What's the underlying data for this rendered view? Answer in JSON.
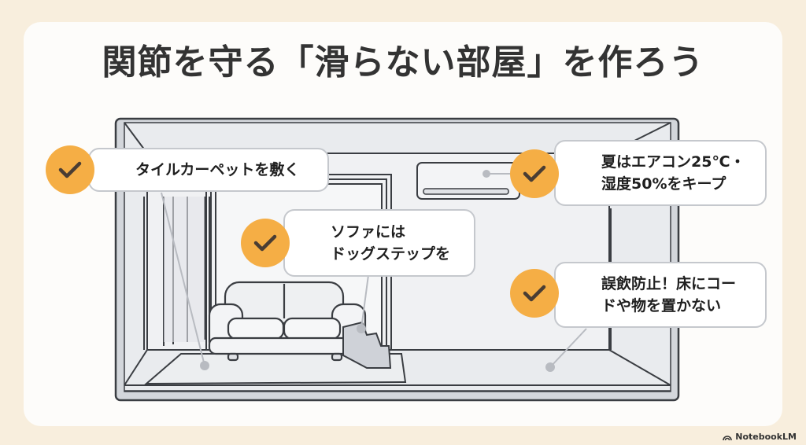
{
  "title": "関節を守る「滑らない部屋」を作ろう",
  "colors": {
    "background": "#f8eedd",
    "card": "#fdfcfa",
    "accent": "#f5ae45",
    "check_mark": "#4a3d33",
    "line": "#3a3d42",
    "wall": "#e6e8ec"
  },
  "callouts": [
    {
      "icon": "check-icon",
      "lines": [
        "タイルカーペットを敷く"
      ]
    },
    {
      "icon": "check-icon",
      "lines": [
        "ソファには",
        "ドッグステップを"
      ]
    },
    {
      "icon": "check-icon",
      "lines": [
        "夏はエアコン25℃・",
        "湿度50%をキープ"
      ]
    },
    {
      "icon": "check-icon",
      "lines": [
        "誤飲防止！床にコー",
        "ドや物を置かない"
      ]
    }
  ],
  "illustration": {
    "elements": [
      "room",
      "window",
      "door",
      "air-conditioner",
      "sofa",
      "dog-step",
      "rug"
    ]
  },
  "branding": {
    "label": "NotebookLM",
    "icon": "notebooklm-logo-icon"
  }
}
